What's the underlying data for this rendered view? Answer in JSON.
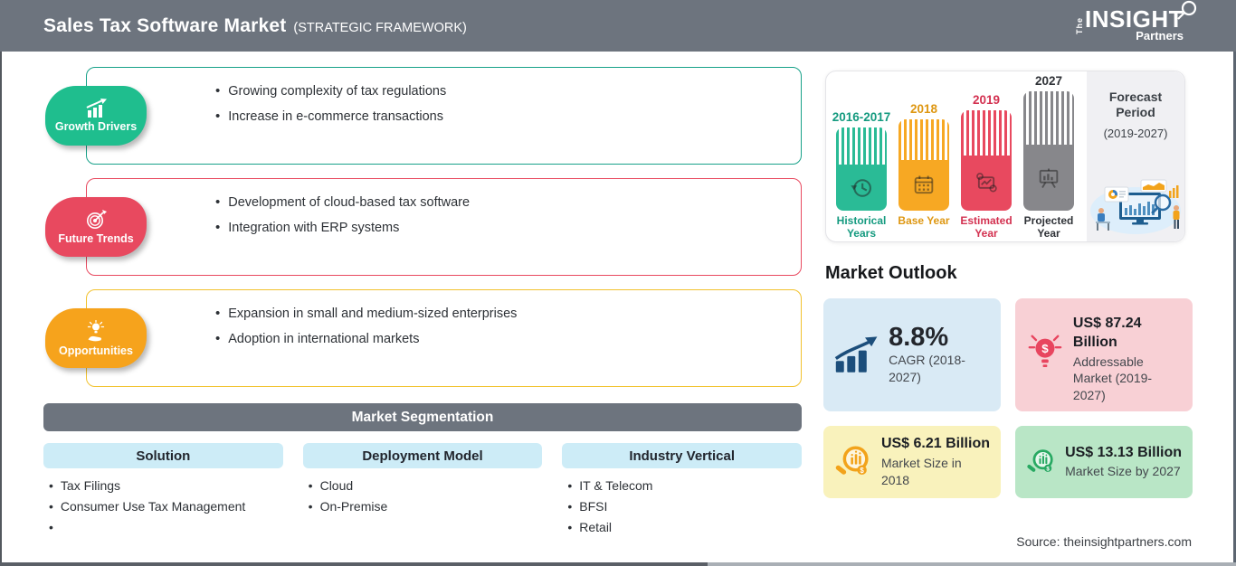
{
  "header": {
    "title": "Sales Tax Software Market",
    "subtitle": "(STRATEGIC FRAMEWORK)",
    "logo": {
      "the": "The",
      "insight": "INSIGHT",
      "partners": "Partners"
    }
  },
  "framework": {
    "sections": [
      {
        "label": "Growth Drivers",
        "icon": "growth-chart-icon",
        "badge_color": "#1FBE8E",
        "border_color": "#17A189",
        "items": [
          "Growing complexity of tax regulations",
          "Increase in e-commerce transactions"
        ]
      },
      {
        "label": "Future Trends",
        "icon": "target-icon",
        "badge_color": "#E8495F",
        "border_color": "#E8495F",
        "items": [
          "Development of cloud-based tax software",
          "Integration with ERP systems"
        ]
      },
      {
        "label": "Opportunities",
        "icon": "idea-hand-icon",
        "badge_color": "#F6A31C",
        "border_color": "#F2C22E",
        "items": [
          "Expansion in small and medium-sized enterprises",
          "Adoption in international markets"
        ]
      }
    ]
  },
  "segmentation": {
    "title": "Market Segmentation",
    "columns": [
      {
        "header": "Solution",
        "items": [
          "Tax Filings",
          "Consumer Use Tax Management",
          ""
        ]
      },
      {
        "header": "Deployment Model",
        "items": [
          "Cloud",
          "On-Premise"
        ]
      },
      {
        "header": "Industry Vertical",
        "items": [
          "IT & Telecom",
          "BFSI",
          "Retail"
        ]
      }
    ]
  },
  "timeline": {
    "bars": [
      {
        "year": "2016-2017",
        "caption": "Historical Years",
        "color": "#2ABB96",
        "icon": "history-clock-icon"
      },
      {
        "year": "2018",
        "caption": "Base Year",
        "color": "#F7A823",
        "icon": "calendar-icon"
      },
      {
        "year": "2019",
        "caption": "Estimated Year",
        "color": "#E8495F",
        "icon": "analysis-icon"
      },
      {
        "year": "2027",
        "caption": "Projected Year",
        "color": "#87878B",
        "icon": "presentation-icon"
      }
    ],
    "forecast": {
      "title": "Forecast Period",
      "range": "(2019-2027)"
    }
  },
  "outlook": {
    "title": "Market Outlook",
    "cards": [
      {
        "value": "8.8%",
        "label": "CAGR (2018-2027)",
        "bg": "#D9EAF5",
        "icon": "growth-arrow-icon"
      },
      {
        "value": "US$ 87.24 Billion",
        "label": "Addressable Market (2019-2027)",
        "bg": "#F8D0D5",
        "icon": "idea-dollar-icon"
      },
      {
        "value": "US$ 6.21 Billion",
        "label": "Market Size in 2018",
        "bg": "#F9F2BC",
        "icon": "market-search-icon"
      },
      {
        "value": "US$ 13.13 Billion",
        "label": "Market Size by 2027",
        "bg": "#B9E6C6",
        "icon": "market-search-icon"
      }
    ]
  },
  "source": "Source: theinsightpartners.com"
}
